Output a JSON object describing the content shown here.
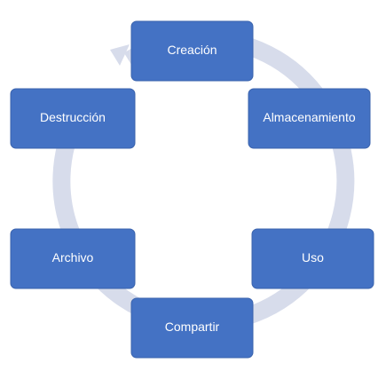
{
  "diagram": {
    "type": "cycle",
    "nodes": [
      {
        "label": "Creación"
      },
      {
        "label": "Almacenamiento"
      },
      {
        "label": "Uso"
      },
      {
        "label": "Compartir"
      },
      {
        "label": "Archivo"
      },
      {
        "label": "Destrucción"
      }
    ]
  },
  "colors": {
    "node_fill": "#4472C4",
    "node_stroke": "#3A63AD",
    "node_text": "#FFFFFF",
    "ring": "#D7DCEB",
    "background": "#FFFFFF"
  }
}
